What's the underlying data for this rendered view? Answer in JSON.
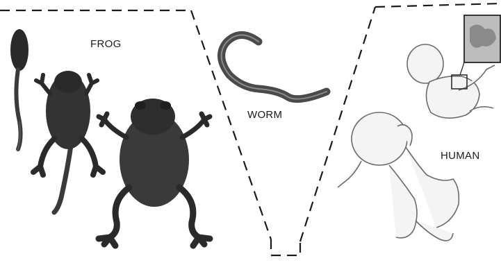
{
  "labels": {
    "frog": "FROG",
    "worm": "WORM",
    "human": "HUMAN"
  },
  "palette": {
    "frog_body": "#3a3a3a",
    "frog_dark": "#1e1e1e",
    "worm_body": "#5a5a5a",
    "human_outline": "#6a6a6a",
    "human_fill": "#f4f4f4",
    "dash_line": "#1a1a1a"
  },
  "icons": {
    "tadpole": "tadpole-illustration",
    "froglet": "froglet-illustration",
    "frog": "adult-frog-illustration",
    "worm": "worm-illustration",
    "fetus": "fetus-illustration",
    "baby": "baby-illustration",
    "inset": "magnified-inset"
  }
}
